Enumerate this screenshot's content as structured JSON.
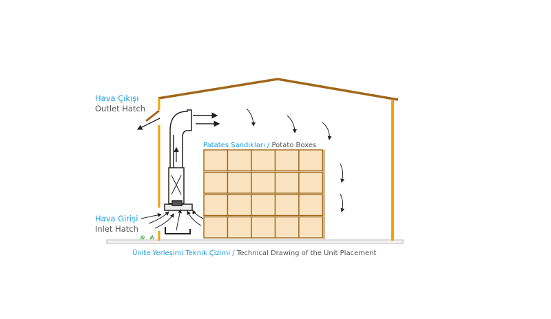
{
  "labels": {
    "outlet_tr": "Hava Çıkışı",
    "outlet_en": "Outlet Hatch",
    "inlet_tr": "Hava Girişi",
    "inlet_en": "Inlet Hatch",
    "boxes_tr": "Patates Sandıkları /",
    "boxes_en": "Potato Boxes",
    "caption_tr": "Ünite Yerleşimi Teknik Çizimi /",
    "caption_en": "Technical Drawing of the Unit Placement"
  },
  "colors": {
    "accent_blue": "#1b9de2",
    "roof_brown": "#a0661a",
    "wall_orange": "#f5a000",
    "box_fill": "#f9e3c0"
  },
  "boxes": {
    "rows": 4,
    "columns": 5
  }
}
